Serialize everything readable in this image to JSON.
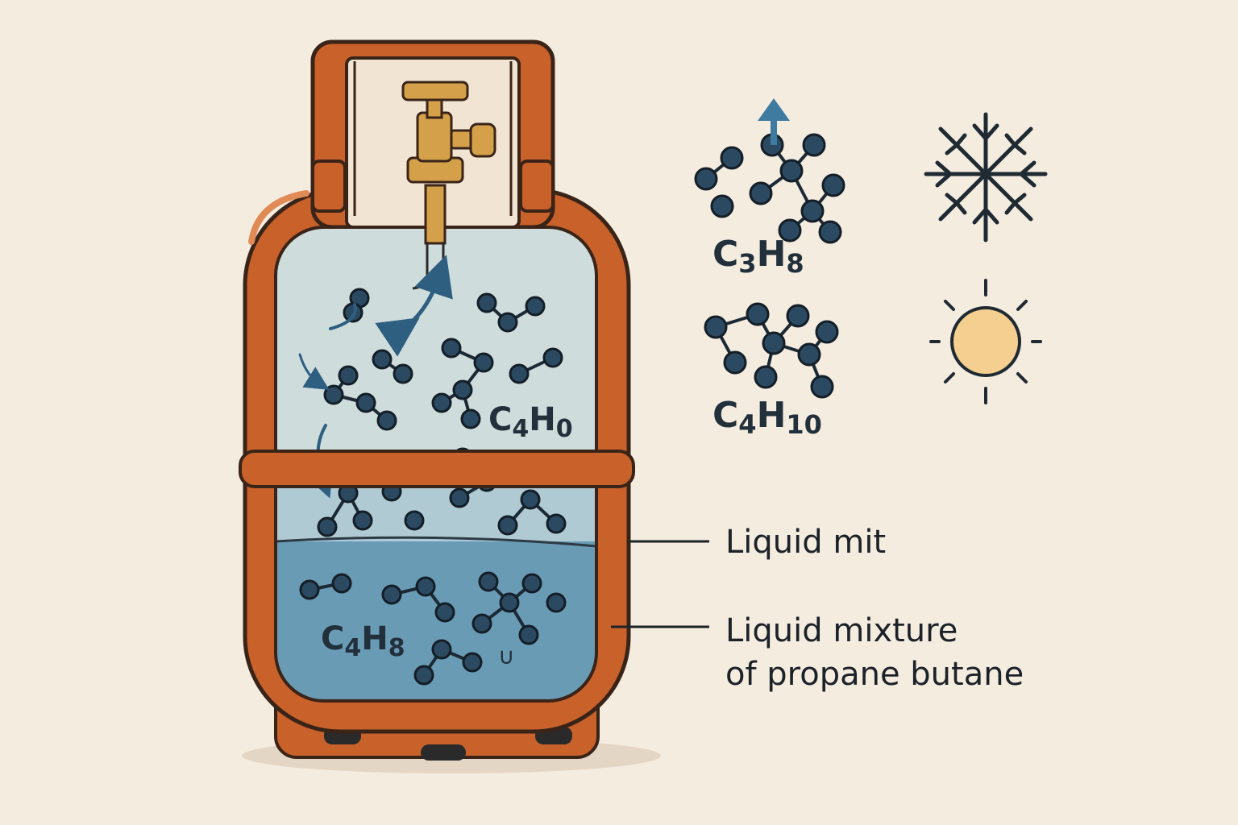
{
  "formulas": {
    "gas_inside": {
      "main": "C",
      "s1": "4",
      "mid": "H",
      "s2": "0"
    },
    "liquid_inside": {
      "main": "C",
      "s1": "4",
      "mid": "H",
      "s2": "8"
    },
    "propane": {
      "main": "C",
      "s1": "3",
      "mid": "H",
      "s2": "8"
    },
    "butane": {
      "main": "C",
      "s1": "4",
      "mid": "H",
      "s2": "10"
    }
  },
  "labels": {
    "upper_callout": "Liquid mit",
    "lower_callout_line1": "Liquid mixture",
    "lower_callout_line2": "of propane butane"
  },
  "icons": {
    "cold": "snowflake-icon",
    "heat": "sun-icon",
    "evaporation": "arrow-up-icon"
  },
  "colors": {
    "background": "#f5ece0",
    "cylinder": "#c8612a",
    "cylinder_outline": "#3a2418",
    "vapor": "#cfdcdc",
    "liquid": "#6a9bb5",
    "molecule": "#2b4a62",
    "valve": "#d4a04a",
    "sun": "#f5cf90",
    "arrow": "#3a6c8c"
  }
}
